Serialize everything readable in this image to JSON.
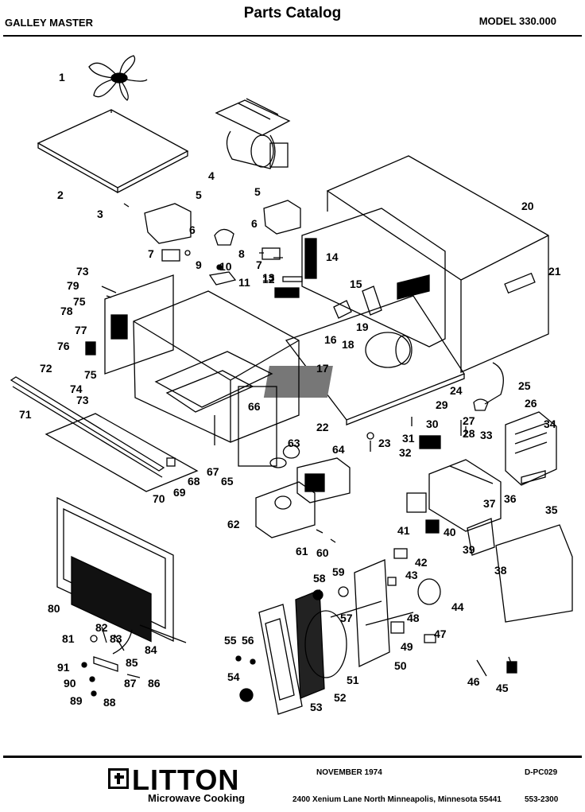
{
  "header": {
    "brand": "GALLEY MASTER",
    "title": "Parts Catalog",
    "model": "MODEL 330.000"
  },
  "callouts": [
    "1",
    "2",
    "3",
    "4",
    "5",
    "5",
    "6",
    "6",
    "7",
    "7",
    "8",
    "9",
    "10",
    "11",
    "12",
    "13",
    "14",
    "15",
    "16",
    "17",
    "18",
    "19",
    "20",
    "21",
    "22",
    "23",
    "24",
    "25",
    "26",
    "27",
    "28",
    "29",
    "30",
    "31",
    "32",
    "33",
    "34",
    "35",
    "36",
    "37",
    "38",
    "39",
    "40",
    "41",
    "42",
    "43",
    "44",
    "45",
    "46",
    "47",
    "48",
    "49",
    "50",
    "51",
    "52",
    "53",
    "54",
    "55",
    "56",
    "57",
    "58",
    "59",
    "60",
    "61",
    "62",
    "63",
    "64",
    "65",
    "66",
    "67",
    "68",
    "69",
    "70",
    "71",
    "72",
    "73",
    "73",
    "74",
    "75",
    "75",
    "76",
    "77",
    "78",
    "79",
    "80",
    "81",
    "82",
    "83",
    "84",
    "85",
    "86",
    "87",
    "88",
    "89",
    "90",
    "91"
  ],
  "footer": {
    "logo_word": "LITTON",
    "logo_tagline": "Microwave Cooking",
    "date": "NOVEMBER 1974",
    "doc_code": "D-PC029",
    "address": "2400 Xenium Lane North  Minneapolis, Minnesota 55441",
    "part_no": "553-2300"
  }
}
